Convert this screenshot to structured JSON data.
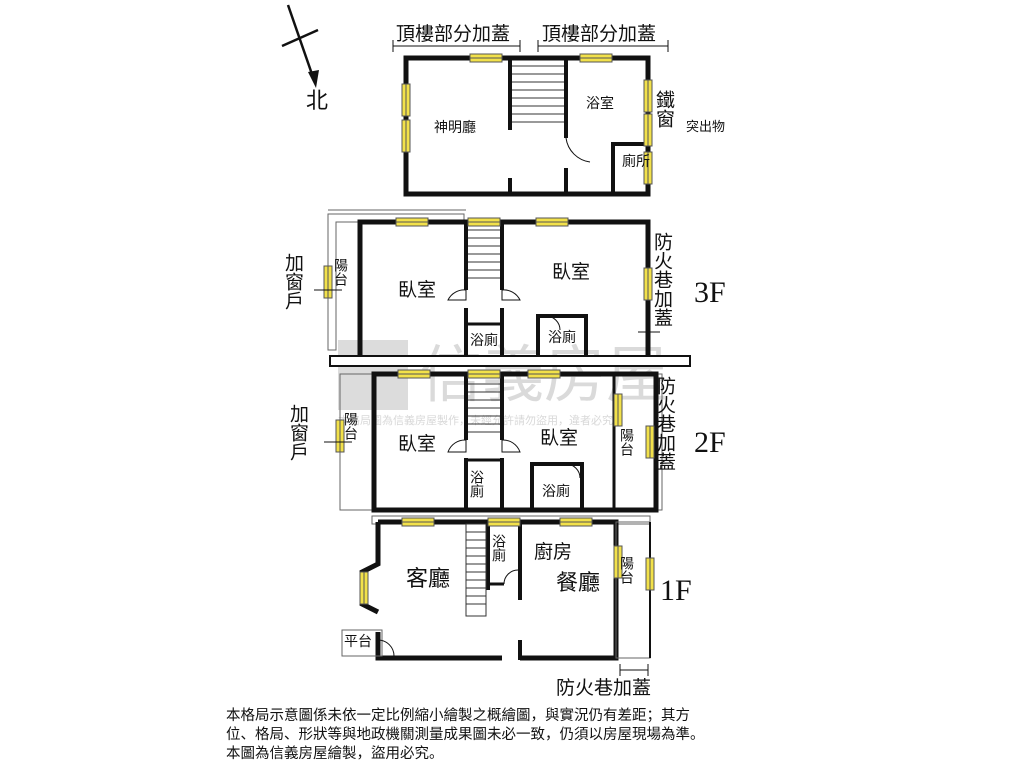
{
  "compass": {
    "north_label": "北"
  },
  "roof": {
    "label_left": "頂樓部分加蓋",
    "label_right": "頂樓部分加蓋",
    "shrine_room": "神明廳",
    "bathroom": "浴室",
    "toilet": "廁所",
    "iron_window": "鐵窗",
    "protrusion": "突出物"
  },
  "floor3": {
    "floor_label": "3F",
    "window_label": "加窗戶",
    "balcony": "陽台",
    "bedroom_left": "臥室",
    "bedroom_right": "臥室",
    "bath_left": "浴廁",
    "bath_right": "浴廁",
    "fire_lane": "防火巷加蓋"
  },
  "floor2": {
    "floor_label": "2F",
    "window_label": "加窗戶",
    "balcony_left": "陽台",
    "bedroom_left": "臥室",
    "bedroom_right": "臥室",
    "bath_left": "浴廁",
    "bath_right": "浴廁",
    "balcony_right": "陽台",
    "fire_lane": "防火巷加蓋"
  },
  "floor1": {
    "floor_label": "1F",
    "living_room": "客廳",
    "bath": "浴廁",
    "kitchen": "廚房",
    "dining_room": "餐廳",
    "balcony": "陽台",
    "platform": "平台",
    "fire_lane": "防火巷加蓋"
  },
  "watermark": {
    "brand": "信義房屋",
    "notice": "本格局圖為信義房屋製作，未經允許請勿盜用，違者必究"
  },
  "disclaimer": {
    "line1": "本格局示意圖係未依一定比例縮小繪製之概繪圖，與實況仍有差距；其方",
    "line2": "位、格局、形狀等與地政機關測量成果圖未必一致，仍須以房屋現場為準。",
    "line3": "本圖為信義房屋繪製，盜用必究。"
  }
}
